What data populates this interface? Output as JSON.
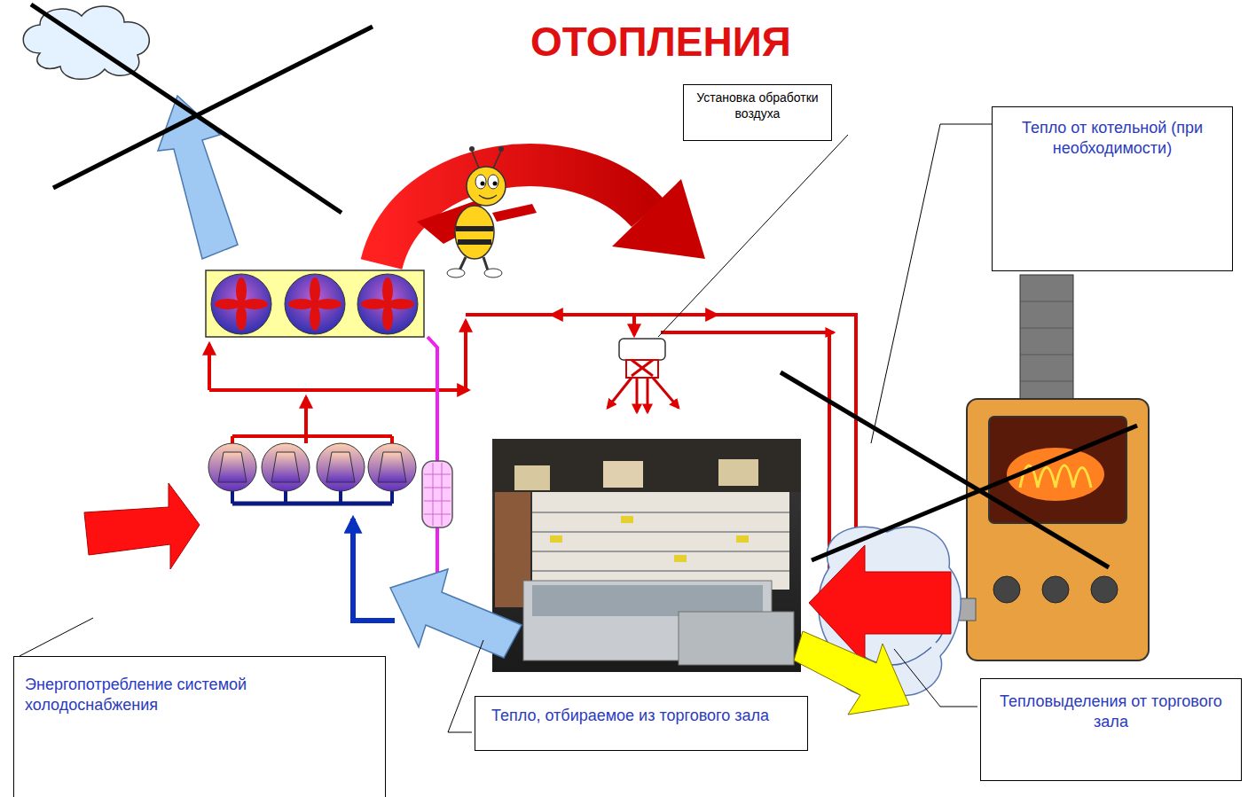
{
  "diagram": {
    "title": "ОТОПЛЕНИЯ",
    "nodes": [
      {
        "text": [
          "Установка обработки воздуха"
        ]
      },
      {
        "text": [
          "Тепло от котельной (при необходимости)"
        ]
      },
      {
        "text": [
          "Энергопотребление системой холодоснабжения"
        ]
      },
      {
        "text": [
          "Тепло, отбираемое из торгового зала"
        ]
      },
      {
        "text": [
          "Тепловыделения от торгового зала"
        ]
      }
    ]
  }
}
